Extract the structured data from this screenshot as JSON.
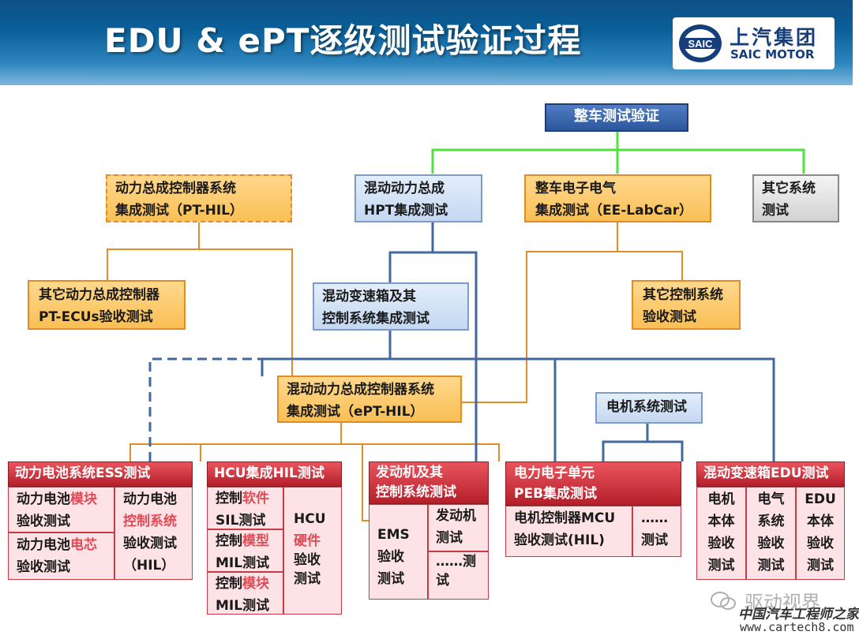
{
  "header": {
    "title": "EDU & ePT逐级测试验证过程",
    "logo_emblem_text": "SAIC",
    "logo_cn": "上汽集团",
    "logo_en": "SAIC MOTOR"
  },
  "colors": {
    "orange_fill": "#f9bf55",
    "orange_line": "#e08d26",
    "blue_line": "#41689f",
    "green_line": "#4ee23d",
    "navy_fill": "#2c579c",
    "red_header": "#c62a35",
    "pink_cell": "#fde3e6"
  },
  "nodes": {
    "vehicle": "整车测试验证",
    "pt_hil": {
      "l1": "动力总成控制器系统",
      "l2": "集成测试（PT-HIL）"
    },
    "hpt": {
      "l1": "混动动力总成",
      "l2": "HPT集成测试"
    },
    "ee": {
      "l1": "整车电子电气",
      "l2": "集成测试（EE-LabCar）"
    },
    "other_sys": {
      "l1": "其它系统",
      "l2": "测试"
    },
    "pt_ecus": {
      "l1": "其它动力总成控制器",
      "l2": "PT-ECUs验收测试"
    },
    "trans_ctrl": {
      "l1": "混动变速箱及其",
      "l2": "控制系统集成测试"
    },
    "other_ctrl": {
      "l1": "其它控制系统",
      "l2": "验收测试"
    },
    "ept_hil": {
      "l1": "混动动力总成控制器系统",
      "l2": "集成测试（ePT-HIL）"
    },
    "motor_sys": "电机系统测试"
  },
  "ess": {
    "title": "动力电池系统ESS测试",
    "module_a": "动力电池",
    "module_b": "模块",
    "module_c": "验收测试",
    "cell_a": "动力电池",
    "cell_b": "电芯",
    "cell_c": "验收测试",
    "ctrl_l1": "动力电池",
    "ctrl_l2": "控制系统",
    "ctrl_l3": "验收测试",
    "ctrl_l4": "（HIL）"
  },
  "hcu": {
    "title": "HCU集成HIL测试",
    "sil_a": "控制",
    "sil_b": "软件",
    "sil_c": "SIL测试",
    "mil1_a": "控制",
    "mil1_b": "模型",
    "mil1_c": "MIL测试",
    "mil2_a": "控制",
    "mil2_b": "模块",
    "mil2_c": "MIL测试",
    "hw_l1": "HCU",
    "hw_l2": "硬件",
    "hw_l3": "验收",
    "hw_l4": "测试"
  },
  "engine": {
    "title_l1": "发动机及其",
    "title_l2": "控制系统测试",
    "ems_l1": "EMS",
    "ems_l2": "验收",
    "ems_l3": "测试",
    "eng_l1": "发动机",
    "eng_l2": "测试",
    "etc_l1": "……测",
    "etc_l2": "试"
  },
  "peb": {
    "title_l1": "电力电子单元",
    "title_l2": "PEB集成测试",
    "mcu_l1": "电机控制器MCU",
    "mcu_l2": "验收测试(HIL)",
    "etc_l1": "……",
    "etc_l2": "测试"
  },
  "edu": {
    "title": "混动变速箱EDU测试",
    "cols": [
      [
        "电机",
        "本体",
        "验收",
        "测试"
      ],
      [
        "电气",
        "系统",
        "验收",
        "测试"
      ],
      [
        "EDU",
        "本体",
        "验收",
        "测试"
      ]
    ]
  },
  "watermark": {
    "name": "驱动视界",
    "site": "中国汽车工程师之家",
    "url": "www.cartech8.com"
  }
}
